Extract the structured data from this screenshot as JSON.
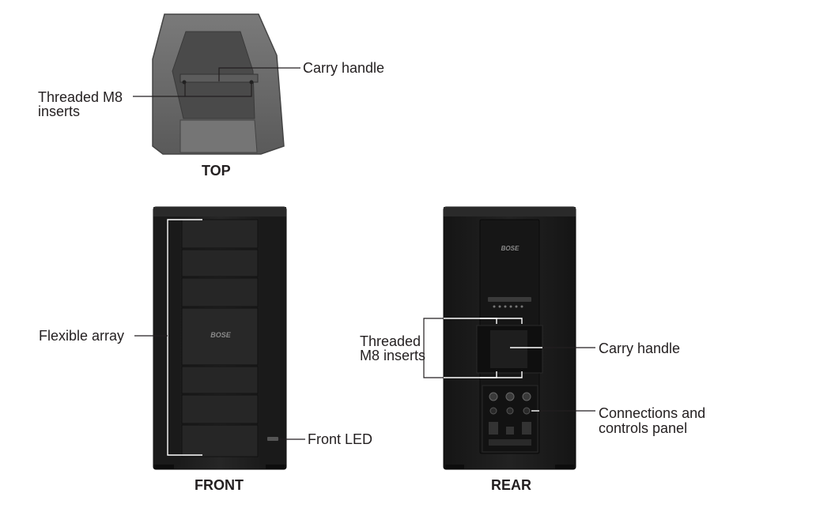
{
  "views": {
    "top": {
      "title": "TOP",
      "labels": {
        "carry_handle": "Carry handle",
        "threaded_inserts_line1": "Threaded M8",
        "threaded_inserts_line2": "inserts"
      }
    },
    "front": {
      "title": "FRONT",
      "logo": "BOSE",
      "labels": {
        "flexible_array": "Flexible array",
        "front_led": "Front LED"
      }
    },
    "rear": {
      "title": "REAR",
      "logo": "BOSE",
      "labels": {
        "threaded_inserts_line1": "Threaded",
        "threaded_inserts_line2": "M8 inserts",
        "carry_handle": "Carry handle",
        "connections_line1": "Connections and",
        "connections_line2": "controls panel"
      }
    }
  },
  "colors": {
    "text": "#231f20",
    "leader_line": "#231f20",
    "cabinet_dark": "#1c1c1c",
    "top_surface_gray": "#6b6b6b"
  }
}
